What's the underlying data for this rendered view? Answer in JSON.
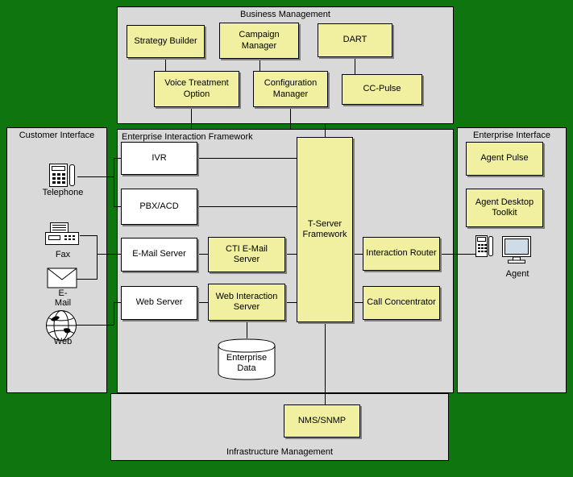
{
  "panels": {
    "business": "Business Management",
    "customer": "Customer Interface",
    "enterprise": "Enterprise Interaction Framework",
    "agent": "Enterprise Interface",
    "infrastructure": "Infrastructure Management"
  },
  "nodes": {
    "strategy_builder": "Strategy Builder",
    "campaign_manager": "Campaign\nManager",
    "dart": "DART",
    "voice_treatment": "Voice Treatment\nOption",
    "config_manager": "Configuration\nManager",
    "cc_pulse": "CC-Pulse",
    "ivr": "IVR",
    "pbx_acd": "PBX/ACD",
    "email_server": "E-Mail Server",
    "web_server": "Web Server",
    "cti_email_server": "CTI E-Mail\nServer",
    "web_interaction_server": "Web Interaction\nServer",
    "tserver_framework": "T-Server\nFramework",
    "interaction_router": "Interaction Router",
    "call_concentrator": "Call Concentrator",
    "enterprise_data": "Enterprise\nData",
    "agent_pulse": "Agent Pulse",
    "agent_desktop_toolkit": "Agent Desktop\nToolkit",
    "nms_snmp": "NMS/SNMP"
  },
  "endpoints": {
    "telephone": "Telephone",
    "fax": "Fax",
    "email": "E-\nMail",
    "web": "Web",
    "agent": "Agent"
  },
  "colors": {
    "background": "#0f750f",
    "panel": "#d9d9d9",
    "node_yellow": "#f0f0a0",
    "node_white": "#ffffff",
    "line": "#000000"
  }
}
